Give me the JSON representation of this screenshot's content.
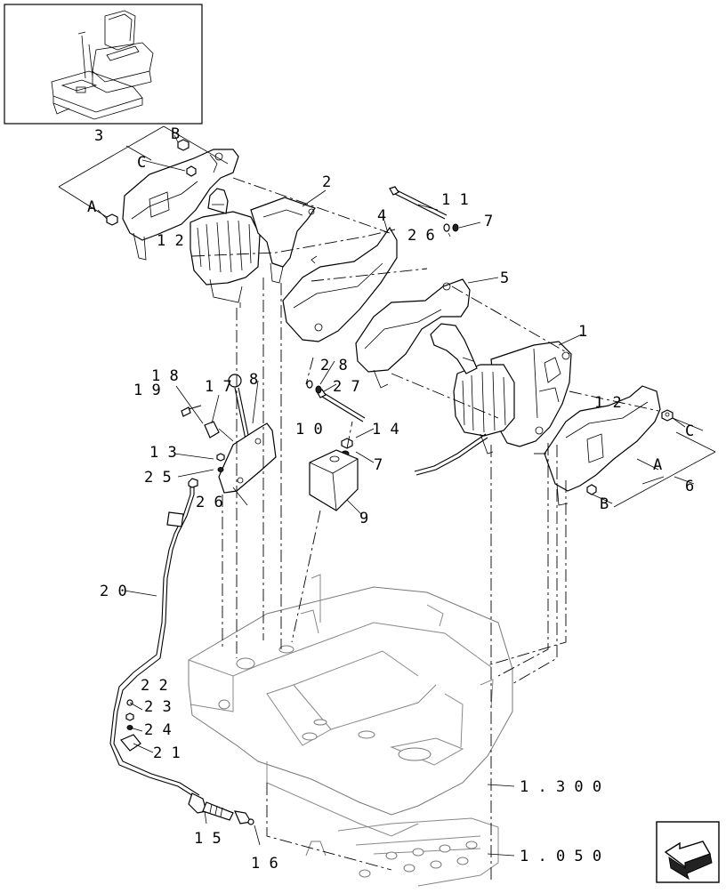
{
  "callouts": {
    "c1": "1",
    "c2": "2",
    "c3": "3",
    "c4": "4",
    "c5": "5",
    "c6": "6",
    "c7a": "7",
    "c7b": "7",
    "c8": "8",
    "c9": "9",
    "c10": "1 0",
    "c11": "1 1",
    "c12a": "1 2",
    "c12b": "1 2",
    "c13": "1 3",
    "c14": "1 4",
    "c15": "1 5",
    "c16": "1 6",
    "c17": "1 7",
    "c18": "1 8",
    "c19": "1 9",
    "c20": "2 0",
    "c21": "2 1",
    "c22": "2 2",
    "c23": "2 3",
    "c24": "2 4",
    "c25": "2 5",
    "c26a": "2 6",
    "c26b": "2 6",
    "c27": "2 7",
    "c28": "2 8"
  },
  "refs": {
    "A1": "A",
    "B1": "B",
    "C1": "C",
    "A2": "A",
    "B2": "B",
    "C2": "C"
  },
  "external_refs": {
    "frame": "1 . 3 0 0",
    "valve": "1 . 0 5 0"
  },
  "icons": {
    "overview": "seat-overview-icon",
    "nav": "next-page-arrow-icon"
  }
}
